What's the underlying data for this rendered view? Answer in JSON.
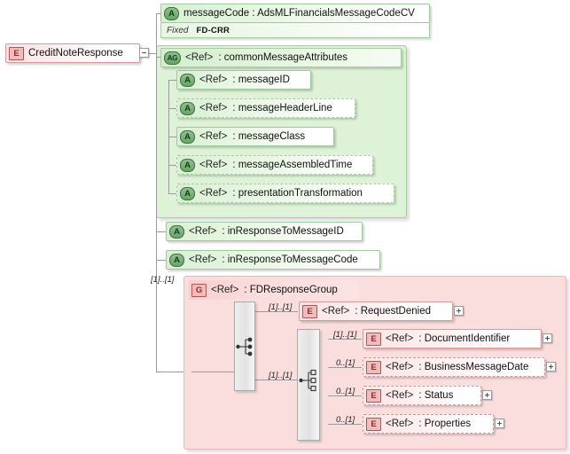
{
  "diagram": {
    "title": "CreditNoteResponse XML Schema diagram",
    "colors": {
      "element_fill": "#fadddd",
      "element_border": "#d79a9a",
      "attribute_fill": "#ddf2d6",
      "attribute_border": "#a9cda2",
      "line": "#9a9a9a"
    }
  },
  "root": {
    "badge": "E",
    "label": "CreditNoteResponse",
    "toggle": "minus-toggle"
  },
  "message_code": {
    "badge": "A",
    "ref": "",
    "label": "messageCode : AdsMLFinancialsMessageCodeCV",
    "fixed_label": "Fixed",
    "fixed_value": "FD-CRR"
  },
  "common_group": {
    "badge": "AG",
    "ref": "<Ref>",
    "label": ": commonMessageAttributes",
    "children": [
      {
        "badge": "A",
        "ref": "<Ref>",
        "label": ": messageID",
        "dashed": false
      },
      {
        "badge": "A",
        "ref": "<Ref>",
        "label": ": messageHeaderLine",
        "dashed": true
      },
      {
        "badge": "A",
        "ref": "<Ref>",
        "label": ": messageClass",
        "dashed": false
      },
      {
        "badge": "A",
        "ref": "<Ref>",
        "label": ": messageAssembledTime",
        "dashed": true
      },
      {
        "badge": "A",
        "ref": "<Ref>",
        "label": ": presentationTransformation",
        "dashed": true
      }
    ]
  },
  "top_attributes": [
    {
      "badge": "A",
      "ref": "<Ref>",
      "label": ": inResponseToMessageID"
    },
    {
      "badge": "A",
      "ref": "<Ref>",
      "label": ": inResponseToMessageCode"
    }
  ],
  "response_group": {
    "cardinality": "[1]..[1]",
    "badge": "G",
    "ref": "<Ref>",
    "label": ": FDResponseGroup",
    "outer_compositor": {
      "name": "choice-compositor",
      "branch_cardinality": "[1]..[1]"
    },
    "inner_compositor": {
      "name": "sequence-compositor",
      "branch_cardinality": "[1]..[1]"
    },
    "branches": [
      {
        "badge": "E",
        "ref": "<Ref>",
        "label": ": RequestDenied",
        "cardinality": "[1]..[1]",
        "dashed": false,
        "toggle": "plus-toggle"
      }
    ],
    "sequence_items": [
      {
        "badge": "E",
        "ref": "<Ref>",
        "label": ": DocumentIdentifier",
        "cardinality": "[1]..[1]",
        "dashed": false,
        "toggle": "plus-toggle"
      },
      {
        "badge": "E",
        "ref": "<Ref>",
        "label": ": BusinessMessageDate",
        "cardinality": "0..[1]",
        "dashed": true,
        "toggle": "plus-toggle"
      },
      {
        "badge": "E",
        "ref": "<Ref>",
        "label": ": Status",
        "cardinality": "0..[1]",
        "dashed": true,
        "toggle": "plus-toggle"
      },
      {
        "badge": "E",
        "ref": "<Ref>",
        "label": ": Properties",
        "cardinality": "0..[1]",
        "dashed": true,
        "toggle": "plus-toggle"
      }
    ]
  }
}
